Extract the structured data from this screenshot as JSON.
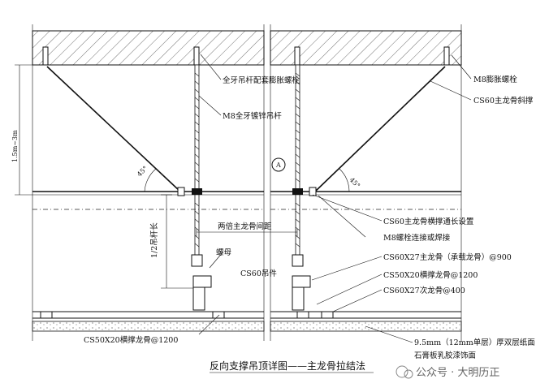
{
  "labels": {
    "rod_expansion_bolt": "全牙吊杆配套膨胀螺栓",
    "m8_rod": "M8全牙镀锌吊杆",
    "m8_expansion_bolt": "M8膨胀螺栓",
    "cs60_diagonal": "CS60主龙骨斜撑",
    "angle": "45°",
    "height_dim": "1.5m~3m",
    "half_rod": "1/2吊杆长",
    "double_spacing": "两倍主龙骨间距",
    "nut": "螺母",
    "cs60_hanger": "CS60吊件",
    "cs60_cross_brace": "CS60主龙骨横撑通长设置",
    "m8_bolt_weld": "M8螺栓连接或焊接",
    "main_keel": "CS60X27主龙骨（承载龙骨）@900",
    "cross_keel_right": "CS50X20横撑龙骨@1200",
    "secondary_keel": "CS60X27次龙骨@400",
    "cross_keel_left": "CS50X20横撑龙骨@1200",
    "gypsum_line1": "9.5mm（12mm单层）厚双层纸面",
    "gypsum_line2": "石膏板乳胶漆饰面",
    "detail_mark": "A"
  },
  "title": "反向支撑吊顶详图——主龙骨拉结法",
  "watermark": "公众号 · 大明历正"
}
